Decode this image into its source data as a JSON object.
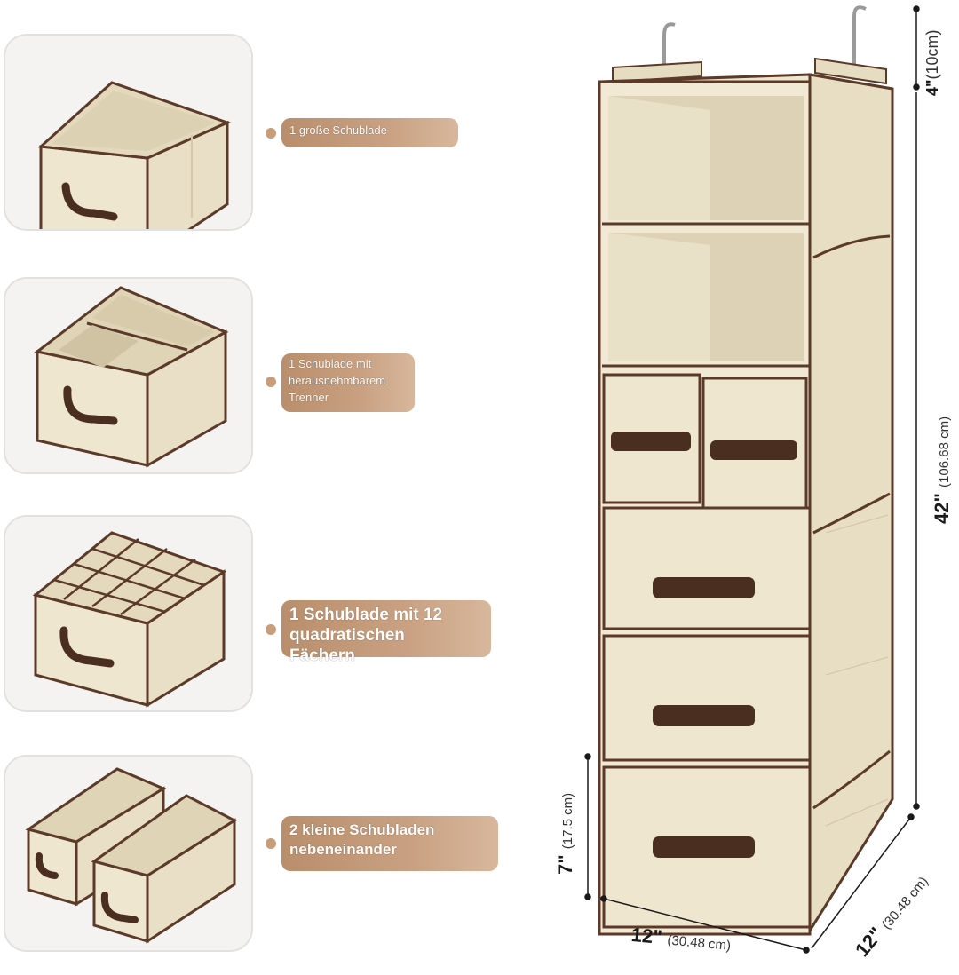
{
  "features": [
    {
      "text": "1 große Schublade"
    },
    {
      "lines": [
        "1 Schublade mit",
        "herausnehmbarem",
        "Trenner"
      ]
    },
    {
      "lines": [
        "1 Schublade mit 12",
        "quadratischen",
        "Fächern"
      ]
    },
    {
      "lines": [
        "2 kleine Schubladen",
        "nebeneinander"
      ]
    }
  ],
  "dimensions": {
    "top_gap": {
      "value": "4\"",
      "unit": "(10cm)"
    },
    "height": {
      "value": "42\"",
      "unit": "(106.68 cm)"
    },
    "drawer_height": {
      "value": "7\"",
      "unit": "(17.5 cm)"
    },
    "width": {
      "value": "12\"",
      "unit": "(30.48 cm)"
    },
    "depth": {
      "value": "12\"",
      "unit": "(30.48 cm)"
    }
  },
  "colors": {
    "beige": "#efe6cf",
    "trim": "#5b3a29",
    "label": "#c9a182"
  }
}
